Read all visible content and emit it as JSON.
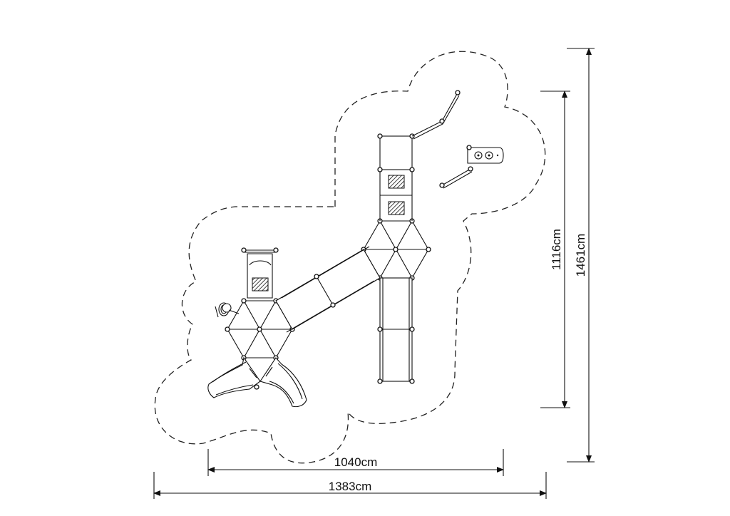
{
  "dimensions": {
    "width_outer": "1383cm",
    "width_inner": "1040cm",
    "height_outer": "1461cm",
    "height_inner": "1116cm"
  }
}
